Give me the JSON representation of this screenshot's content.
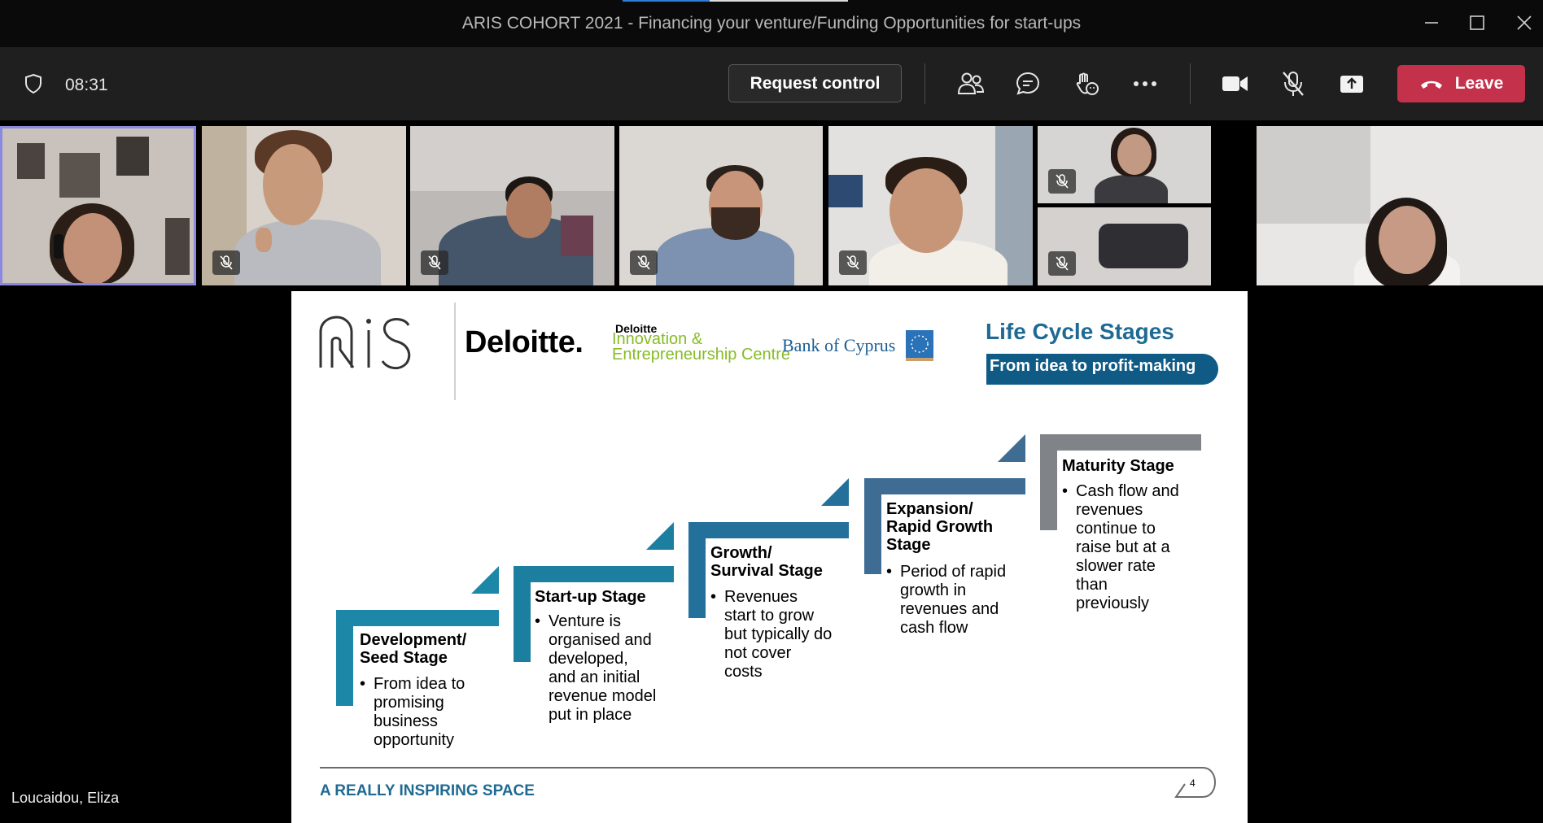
{
  "window": {
    "title": "ARIS COHORT 2021 - Financing your venture/Funding Opportunities for start-ups"
  },
  "toolbar": {
    "timer": "08:31",
    "request_control_label": "Request control",
    "leave_label": "Leave",
    "icons": [
      "shield-icon",
      "people-icon",
      "chat-icon",
      "raise-hand-icon",
      "more-icon",
      "camera-icon",
      "mic-off-icon",
      "share-icon",
      "phone-icon"
    ]
  },
  "colors": {
    "leave": "#c4314b",
    "active_speaker_border": "#8b88e0",
    "slide_blue": "#1f6a93",
    "stage_colors": [
      "#1d87a8",
      "#1d7fa0",
      "#23719a",
      "#3f6c93",
      "#808388"
    ]
  },
  "slide": {
    "logos": {
      "aris": "ARIS",
      "deloitte": "Deloitte.",
      "dic_top": "Deloitte",
      "dic_line1": "Innovation &",
      "dic_line2": "Entrepreneurship Centre",
      "boc": "Bank of Cyprus"
    },
    "title": "Life Cycle Stages",
    "subtitle": "From idea to profit-making",
    "stages": [
      {
        "title_lines": [
          "Development/",
          "Seed Stage"
        ],
        "bullet_lines": [
          "From idea to",
          "promising",
          "business",
          "opportunity"
        ]
      },
      {
        "title_lines": [
          "Start-up Stage"
        ],
        "bullet_lines": [
          "Venture is",
          "organised and",
          "developed,",
          "and an initial",
          "revenue model",
          "put in place"
        ]
      },
      {
        "title_lines": [
          "Growth/",
          "Survival Stage"
        ],
        "bullet_lines": [
          "Revenues",
          "start to grow",
          "but typically do",
          "not cover",
          "costs"
        ]
      },
      {
        "title_lines": [
          "Expansion/",
          "Rapid Growth",
          "Stage"
        ],
        "bullet_lines": [
          "Period of rapid",
          "growth in",
          "revenues and",
          "cash flow"
        ]
      },
      {
        "title_lines": [
          "Maturity Stage"
        ],
        "bullet_lines": [
          "Cash flow and",
          "revenues",
          "continue to",
          "raise but at a",
          "slower rate",
          "than",
          "previously"
        ]
      }
    ],
    "footer": "A REALLY INSPIRING SPACE",
    "page_number": "4"
  },
  "presenter_name": "Loucaidou, Eliza"
}
